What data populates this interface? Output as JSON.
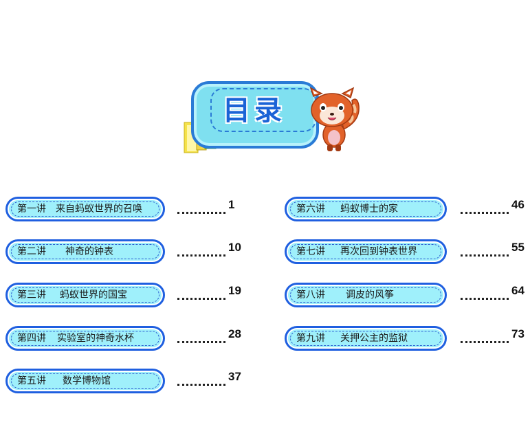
{
  "header": {
    "title": "目录"
  },
  "left_column": [
    {
      "num": "第一讲",
      "title": "来自蚂蚁世界的召唤",
      "page": "1"
    },
    {
      "num": "第二讲",
      "title": "神奇的钟表",
      "page": "10"
    },
    {
      "num": "第三讲",
      "title": "蚂蚁世界的国宝",
      "page": "19"
    },
    {
      "num": "第四讲",
      "title": "实验室的神奇水杯",
      "page": "28"
    },
    {
      "num": "第五讲",
      "title": "数学博物馆",
      "page": "37"
    }
  ],
  "right_column": [
    {
      "num": "第六讲",
      "title": "蚂蚁博士的家",
      "page": "46"
    },
    {
      "num": "第七讲",
      "title": "再次回到钟表世界",
      "page": "55"
    },
    {
      "num": "第八讲",
      "title": "调皮的风筝",
      "page": "64"
    },
    {
      "num": "第九讲",
      "title": "关押公主的监狱",
      "page": "73"
    }
  ]
}
